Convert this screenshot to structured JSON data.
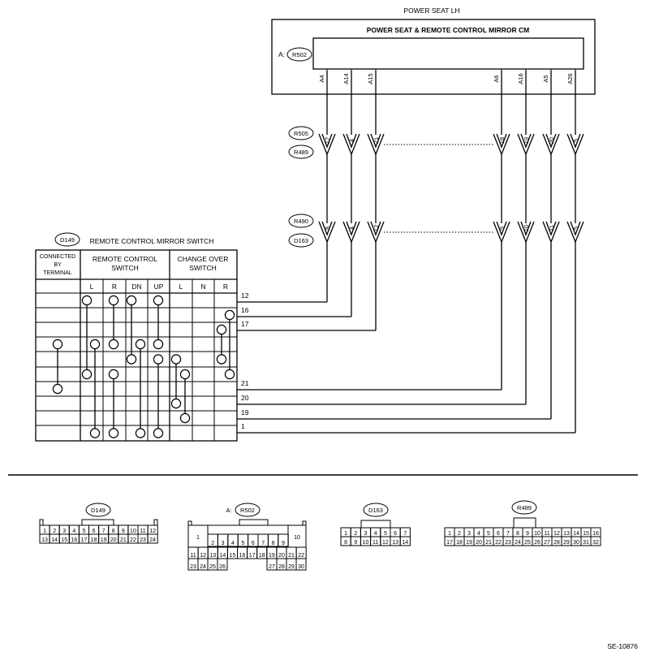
{
  "titles": {
    "power_seat": "POWER SEAT LH",
    "cm": "POWER SEAT & REMOTE CONTROL MIRROR CM",
    "cm_prefix": "A:",
    "cm_connector": "R502",
    "switch": "REMOTE CONTROL MIRROR SWITCH",
    "switch_connector": "D149",
    "diagram_id": "SE-10876"
  },
  "cm_pins": [
    "A4",
    "A14",
    "A15",
    "A6",
    "A16",
    "A5",
    "A26"
  ],
  "connectors_upper": {
    "labels": [
      "R505",
      "R489"
    ],
    "pins": [
      "17",
      "4",
      "21",
      "18",
      "19",
      "20",
      "5"
    ]
  },
  "connectors_lower": {
    "labels": [
      "R490",
      "D163"
    ],
    "pins": [
      "8",
      "4",
      "12",
      "9",
      "10",
      "11",
      "5"
    ]
  },
  "switch_table": {
    "header_connected": [
      "CONNECTED",
      "BY",
      "TERMINAL"
    ],
    "header_remote": [
      "REMOTE CONTROL",
      "SWITCH"
    ],
    "header_change": [
      "CHANGE OVER",
      "SWITCH"
    ],
    "sub_headers": [
      "L",
      "R",
      "DN",
      "UP",
      "L",
      "N",
      "R"
    ],
    "terminals": [
      "12",
      "16",
      "17",
      "21",
      "20",
      "19",
      "1"
    ]
  },
  "connector_faces": {
    "d149": {
      "label": "D149",
      "row1": [
        "1",
        "2",
        "3",
        "4",
        "5",
        "6",
        "7",
        "8",
        "9",
        "10",
        "11",
        "12"
      ],
      "row2": [
        "13",
        "14",
        "15",
        "16",
        "17",
        "18",
        "19",
        "20",
        "21",
        "22",
        "23",
        "24"
      ]
    },
    "r502": {
      "prefix": "A:",
      "label": "R502",
      "big_left": "1",
      "big_right": "10",
      "row1": [
        "2",
        "3",
        "4",
        "5",
        "6",
        "7",
        "8",
        "9"
      ],
      "row2": [
        "11",
        "12",
        "13",
        "14",
        "15",
        "16",
        "17",
        "18",
        "19",
        "20",
        "21",
        "22"
      ],
      "row3_left": [
        "23",
        "24",
        "25",
        "26"
      ],
      "row3_right": [
        "27",
        "28",
        "29",
        "30"
      ]
    },
    "d163": {
      "label": "D163",
      "row1": [
        "1",
        "2",
        "3",
        "4",
        "5",
        "6",
        "7"
      ],
      "row2": [
        "8",
        "9",
        "10",
        "11",
        "12",
        "13",
        "14"
      ]
    },
    "r489": {
      "label": "R489",
      "row1": [
        "1",
        "2",
        "3",
        "4",
        "5",
        "6",
        "7",
        "8",
        "9",
        "10",
        "11",
        "12",
        "13",
        "14",
        "15",
        "16"
      ],
      "row2": [
        "17",
        "18",
        "19",
        "20",
        "21",
        "22",
        "23",
        "24",
        "25",
        "26",
        "27",
        "28",
        "29",
        "30",
        "31",
        "32"
      ]
    }
  }
}
